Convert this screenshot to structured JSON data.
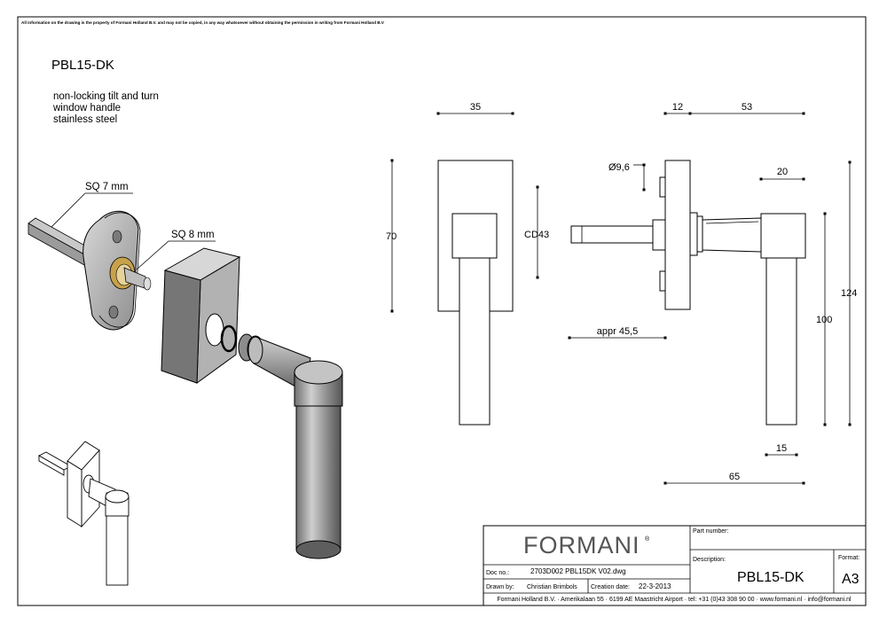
{
  "sheet": {
    "notice": "All information on the drawing is the property of Formani Holland B.V. and may not be copied, in any way whatsoever without obtaining the permission in writing from Formani Holland B.V"
  },
  "product": {
    "code": "PBL15-DK",
    "description_lines": [
      "non-locking tilt and turn",
      "window handle",
      "stainless steel"
    ]
  },
  "callouts": {
    "spindle_7": "SQ 7 mm",
    "spindle_8": "SQ 8 mm"
  },
  "dimensions": {
    "plate_width": "35",
    "plate_height": "70",
    "centre_distance": "CD43",
    "rose_thickness": "12",
    "projection": "53",
    "spindle_diameter": "Ø9,6",
    "spindle_length": "appr 45,5",
    "grip_top": "20",
    "grip_length": "100",
    "overall_height": "124",
    "grip_bottom": "15",
    "overall_depth": "65"
  },
  "title_block": {
    "logo": "FORMANI",
    "logo_mark": "®",
    "part_number_label": "Part number:",
    "part_number_value": "",
    "description_label": "Description:",
    "description_value": "PBL15-DK",
    "format_label": "Format:",
    "format_value": "A3",
    "doc_no_label": "Doc no.:",
    "doc_no_value": "2703D002 PBL15DK V02.dwg",
    "drawn_by_label": "Drawn by:",
    "drawn_by_value": "Christian Brimbols",
    "creation_date_label": "Creation date:",
    "creation_date_value": "22-3-2013",
    "footer": "Formani Holland B.V. · Amerikalaan 55 · 6199 AE Maastricht Airport · tel: +31 (0)43 308 90 00 · www.formani.nl · info@formani.nl"
  }
}
